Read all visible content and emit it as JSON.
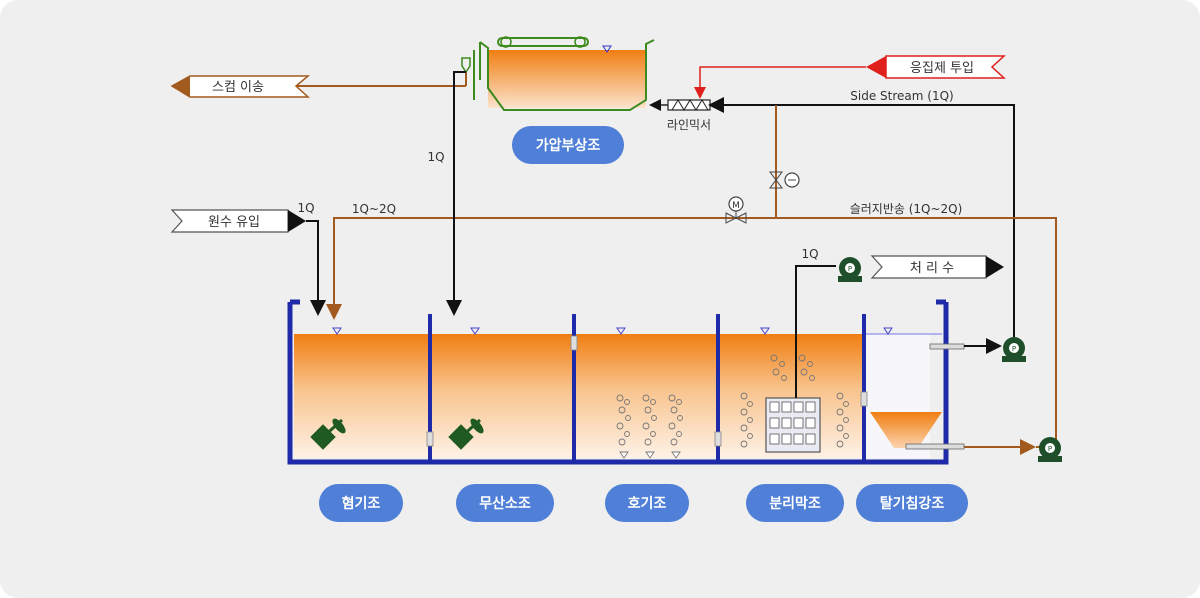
{
  "stages": [
    {
      "label": "혐기조"
    },
    {
      "label": "무산소조"
    },
    {
      "label": "호기조"
    },
    {
      "label": "분리막조"
    },
    {
      "label": "탈기침강조"
    }
  ],
  "flotation_label": "가압부상조",
  "arrows": {
    "scum": "스컴 이송",
    "coagulant": "응집제 투입",
    "raw_water": "원수 유입",
    "treated": "처 리 수"
  },
  "labels": {
    "line_mixer": "라인믹서",
    "side_stream": "Side Stream (1Q)",
    "sludge_return": "슬러지반송 (1Q~2Q)",
    "q_1q_inflow": "1Q",
    "q_1q_2q": "1Q~2Q",
    "q_1q_vertical": "1Q",
    "q_1q_treated": "1Q",
    "motor": "M",
    "pump": "P"
  },
  "colors": {
    "tank_wall": "#1e2aa8",
    "water_top": "#f07e12",
    "sludge_pipe": "#a35a1e",
    "chemical_pipe": "#e0201c",
    "pill": "#4f7fd6",
    "pump": "#1f4f2a"
  }
}
